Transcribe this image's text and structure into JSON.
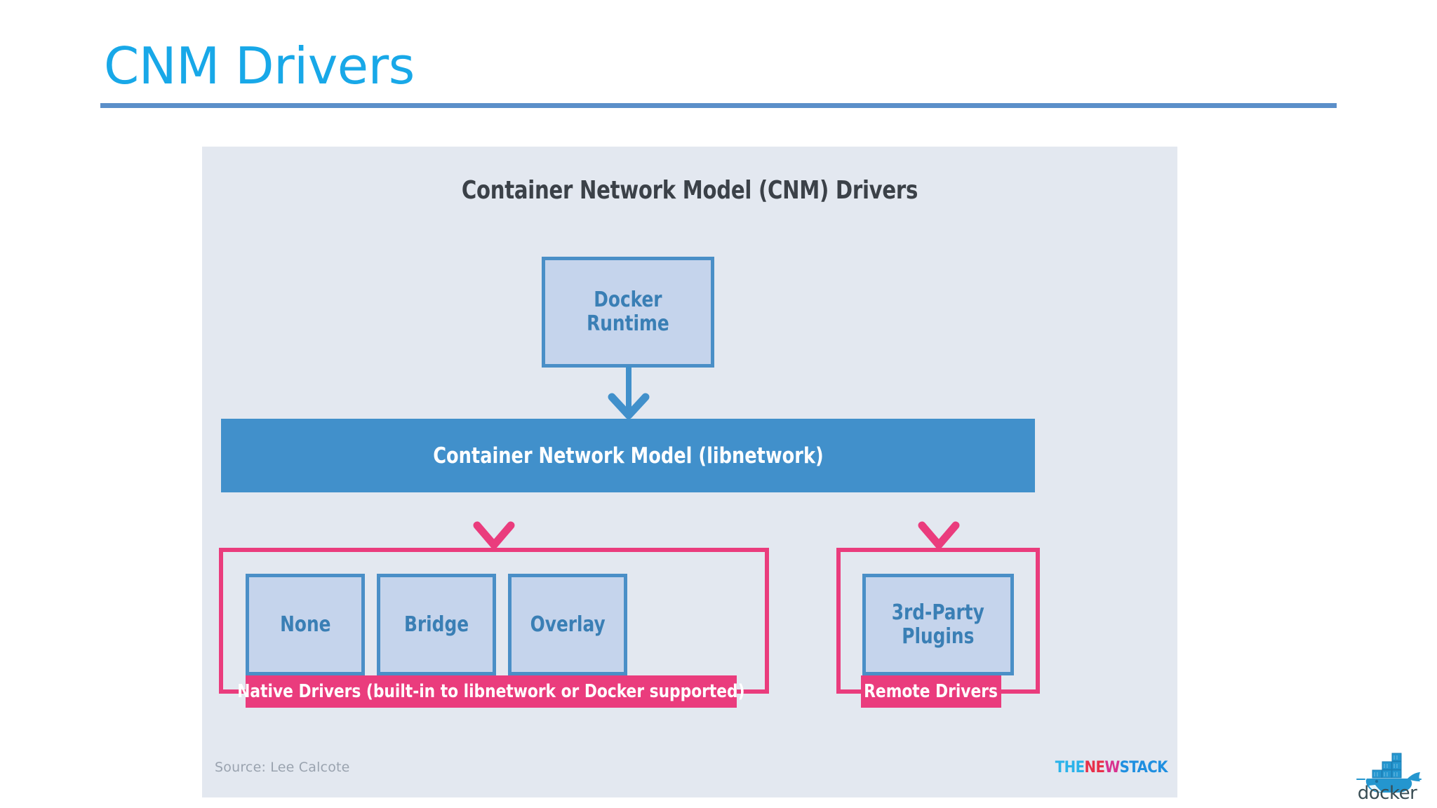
{
  "slide": {
    "title": "CNM Drivers",
    "title_color": "#18a8e8",
    "rule_color": "#5b8fc9"
  },
  "diagram": {
    "title": "Container Network Model (CNM) Drivers",
    "background_color": "#e3e8f0",
    "node_border_color": "#4a8fc7",
    "node_fill_color": "#c5d4ec",
    "node_text_color": "#3a7fb5",
    "bar_color": "#4190cb",
    "accent_pink": "#ea3c7d",
    "nodes": {
      "runtime": "Docker\nRuntime",
      "libnetwork": "Container Network Model (libnetwork)",
      "native_drivers": [
        {
          "label": "None"
        },
        {
          "label": "Bridge"
        },
        {
          "label": "Overlay"
        }
      ],
      "remote_drivers": [
        {
          "label": "3rd-Party\nPlugins"
        }
      ]
    },
    "group_labels": {
      "native": "Native Drivers (built-in to libnetwork or Docker supported)",
      "remote": "Remote Drivers"
    },
    "source_credit": "Source: Lee Calcote"
  },
  "branding": {
    "tns_the": "THE",
    "tns_new": "NE",
    "tns_w": "W",
    "tns_stack": "STACK",
    "docker_wordmark": "docker"
  }
}
